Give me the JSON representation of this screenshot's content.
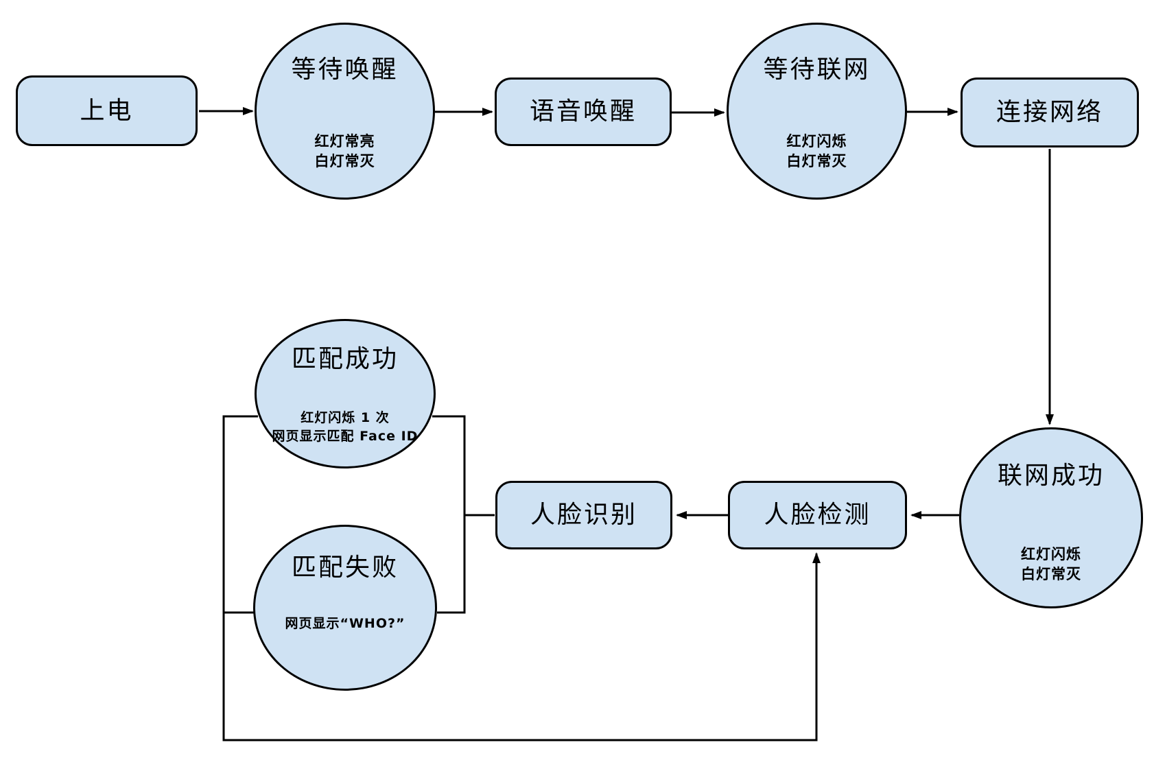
{
  "diagram": {
    "background": "#ffffff",
    "node_fill": "#cfe2f3",
    "node_border": "#000000",
    "line_color": "#000000",
    "nodes": {
      "power_on": {
        "label": "上电"
      },
      "wait_wake": {
        "title": "等待唤醒",
        "sub": [
          "红灯常亮",
          "白灯常灭"
        ]
      },
      "voice_wake": {
        "label": "语音唤醒"
      },
      "wait_network": {
        "title": "等待联网",
        "sub": [
          "红灯闪烁",
          "白灯常灭"
        ]
      },
      "connect_network": {
        "label": "连接网络"
      },
      "network_success": {
        "title": "联网成功",
        "sub": [
          "红灯闪烁",
          "白灯常灭"
        ]
      },
      "face_detect": {
        "label": "人脸检测"
      },
      "face_recognize": {
        "label": "人脸识别"
      },
      "match_success": {
        "title": "匹配成功",
        "sub": [
          "红灯闪烁 1 次",
          "网页显示匹配 Face ID"
        ]
      },
      "match_fail": {
        "title": "匹配失败",
        "sub": [
          "网页显示“WHO?”"
        ]
      }
    },
    "edges": [
      {
        "from": "power_on",
        "to": "wait_wake",
        "arrow": true
      },
      {
        "from": "wait_wake",
        "to": "voice_wake",
        "arrow": true
      },
      {
        "from": "voice_wake",
        "to": "wait_network",
        "arrow": true
      },
      {
        "from": "wait_network",
        "to": "connect_network",
        "arrow": true
      },
      {
        "from": "connect_network",
        "to": "network_success",
        "arrow": true
      },
      {
        "from": "network_success",
        "to": "face_detect",
        "arrow": true
      },
      {
        "from": "face_detect",
        "to": "face_recognize",
        "arrow": true
      },
      {
        "from": "face_recognize",
        "to": "match_success",
        "arrow": false
      },
      {
        "from": "face_recognize",
        "to": "match_fail",
        "arrow": false
      },
      {
        "from": "match_success",
        "to": "face_detect",
        "arrow": true
      },
      {
        "from": "match_fail",
        "to": "face_detect",
        "arrow": true
      }
    ]
  }
}
